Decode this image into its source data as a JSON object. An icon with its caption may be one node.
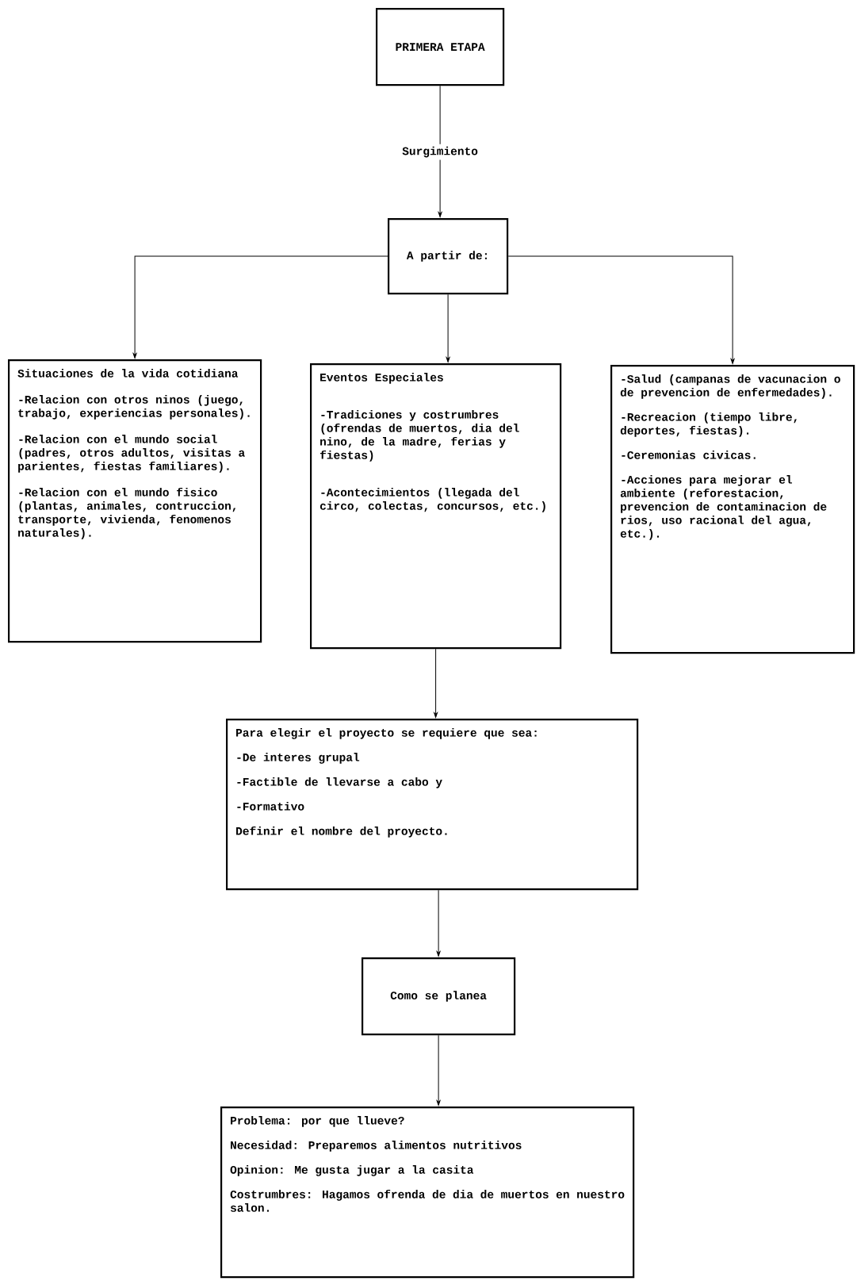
{
  "diagram": {
    "nodes": [
      {
        "text": [
          "PRIMERA ETAPA"
        ]
      },
      {
        "text": [
          "A partir de:"
        ]
      },
      {
        "text": [
          "Situaciones de la vida cotidiana",
          "-Relacion con otros ninos (juego, trabajo, experiencias personales).",
          "-Relacion con el mundo social (padres, otros adultos, visitas a parientes, fiestas familiares).",
          "-Relacion con el mundo fisico (plantas, animales, contruccion, transporte, vivienda, fenomenos naturales)."
        ]
      },
      {
        "text": [
          "Eventos Especiales",
          "-Tradiciones y costrumbres (ofrendas de muertos, dia del nino, de la madre, ferias y fiestas)",
          "-Acontecimientos (llegada del circo, colectas, concursos, etc.)"
        ]
      },
      {
        "text": [
          "-Salud (campanas de vacunacion o de prevencion de enfermedades).",
          "-Recreacion (tiempo libre, deportes, fiestas).",
          "-Ceremonias civicas.",
          "-Acciones para mejorar el ambiente (reforestacion, prevencion de contaminacion de rios, uso racional del agua, etc.)."
        ]
      },
      {
        "text": [
          "Para elegir el proyecto se requiere que sea:",
          "-De interes grupal",
          "-Factible de llevarse a cabo y",
          "-Formativo",
          "Definir el nombre del proyecto."
        ]
      },
      {
        "text": [
          "Como se planea"
        ]
      },
      {
        "text": [
          "Problema: por que llueve?",
          "Necesidad: Preparemos alimentos nutritivos",
          "Opinion: Me gusta jugar a la casita",
          "Costrumbres: Hagamos ofrenda de dia de muertos en nuestro salon."
        ]
      }
    ],
    "edges": [
      {
        "from": 0,
        "to": 1,
        "arrow": "to",
        "label": "Surgimiento"
      },
      {
        "from": 1,
        "to": 2,
        "arrow": "to"
      },
      {
        "from": 1,
        "to": 3,
        "arrow": "to"
      },
      {
        "from": 1,
        "to": 4,
        "arrow": "to"
      },
      {
        "from": 3,
        "to": 5,
        "arrow": "to"
      },
      {
        "from": 5,
        "to": 6,
        "arrow": "to"
      },
      {
        "from": 6,
        "to": 7,
        "arrow": "to"
      }
    ]
  }
}
